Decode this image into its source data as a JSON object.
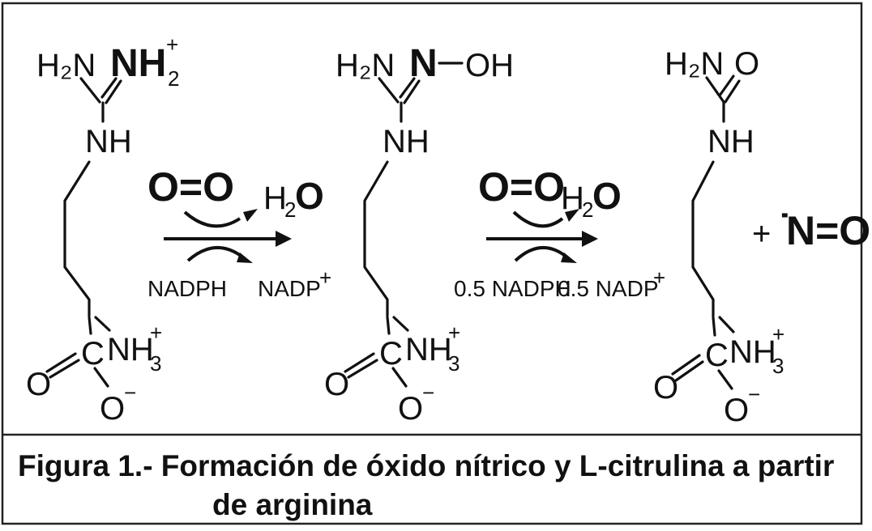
{
  "arginine": {
    "amine": "H₂N",
    "iminium_n": "NH",
    "iminium_h": "2",
    "iminium_charge": "+",
    "nh": "NH",
    "carbon": "C",
    "carbonyl_o": "O",
    "ammonium": "NH",
    "ammonium_h": "3",
    "ammonium_charge": "+",
    "carboxylate_o": "O",
    "carboxylate_charge": "−"
  },
  "step1": {
    "oxygen": "O=O",
    "water_h": "H",
    "water_2": "2",
    "water_o": "O",
    "cofactor_in": "NADPH",
    "cofactor_out": "NADP",
    "cofactor_out_charge": "+"
  },
  "hydroxyarginine": {
    "amine": "H₂N",
    "n": "N",
    "oh": "OH",
    "nh": "NH",
    "carbon": "C",
    "carbonyl_o": "O",
    "ammonium": "NH",
    "ammonium_h": "3",
    "ammonium_charge": "+",
    "carboxylate_o": "O",
    "carboxylate_charge": "−"
  },
  "step2": {
    "oxygen": "O=O",
    "water_h": "H",
    "water_2": "2",
    "water_o": "O",
    "cofactor_in": "0.5 NADPH",
    "cofactor_out": "0.5 NADP",
    "cofactor_out_charge": "+"
  },
  "citrulline": {
    "amine": "H₂N",
    "carbonyl_top_o": "O",
    "nh": "NH",
    "carbon": "C",
    "carbonyl_o": "O",
    "ammonium": "NH",
    "ammonium_h": "3",
    "ammonium_charge": "+",
    "carboxylate_o": "O",
    "carboxylate_charge": "−"
  },
  "byproduct": {
    "plus": "+",
    "radical": "˙",
    "formula": "N=O"
  },
  "caption": {
    "line1": "Figura 1.- Formación de óxido nítrico y L-citrulina a partir",
    "line2": "de arginina"
  }
}
